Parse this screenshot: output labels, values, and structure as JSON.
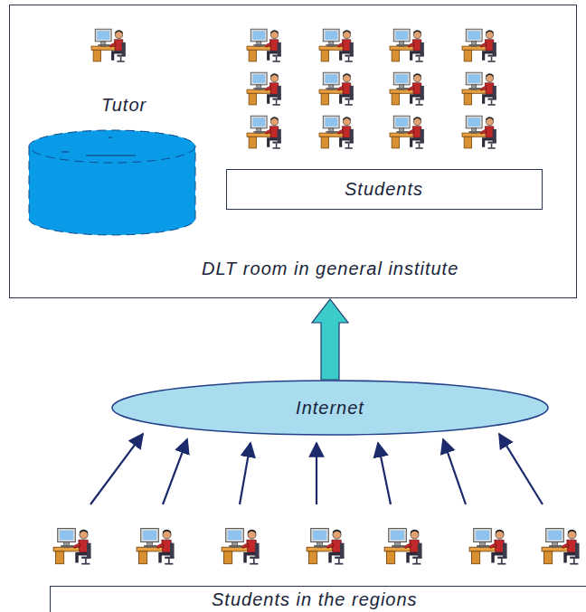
{
  "diagram": {
    "nodes": [
      {
        "text": [
          "DLT room in general institute"
        ]
      },
      {
        "text": [
          "Students"
        ],
        "in": 0
      },
      {
        "text": [
          "Internet"
        ]
      },
      {
        "text": [
          "Students in the regions"
        ]
      }
    ],
    "edges": [
      {
        "from": 2,
        "to": 0,
        "arrow": "to"
      }
    ],
    "labels": [
      "Tutor"
    ]
  }
}
